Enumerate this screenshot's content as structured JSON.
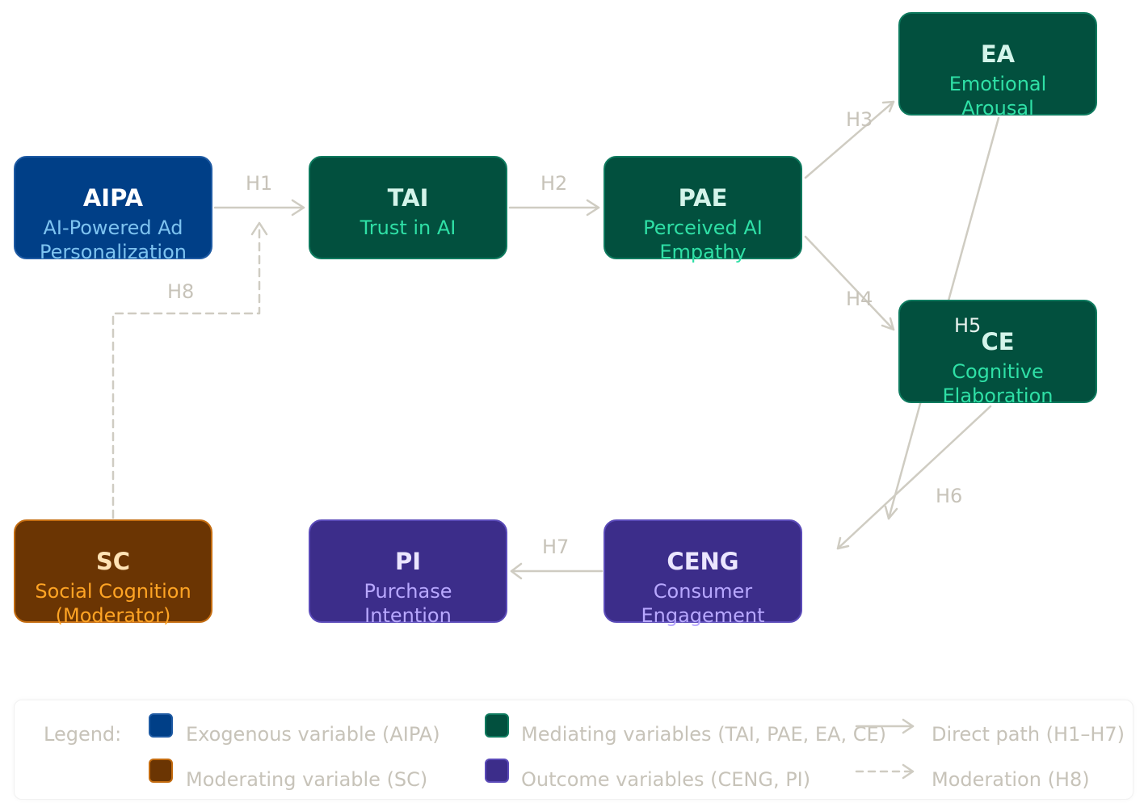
{
  "nodes": {
    "aipa": {
      "abbr": "AIPA",
      "full": "AI-Powered Ad Personalization"
    },
    "tai": {
      "abbr": "TAI",
      "full": "Trust in AI"
    },
    "pae": {
      "abbr": "PAE",
      "full": "Perceived AI Empathy"
    },
    "ea": {
      "abbr": "EA",
      "full": "Emotional Arousal"
    },
    "ce": {
      "abbr": "CE",
      "full": "Cognitive Elaboration"
    },
    "sc": {
      "abbr": "SC",
      "full": "Social Cognition (Moderator)"
    },
    "pi": {
      "abbr": "PI",
      "full": "Purchase Intention"
    },
    "ceng": {
      "abbr": "CENG",
      "full": "Consumer Engagement"
    }
  },
  "paths": {
    "h1": "H1",
    "h2": "H2",
    "h3": "H3",
    "h4": "H4",
    "h5": "H5",
    "h6": "H6",
    "h7": "H7",
    "h8": "H8"
  },
  "legend": {
    "title": "Legend:",
    "exogenous": "Exogenous variable (AIPA)",
    "mediating": "Mediating variables (TAI, PAE, EA, CE)",
    "direct": "Direct path (H1–H7)",
    "moderating": "Moderating variable (SC)",
    "outcome": "Outcome variables (CENG, PI)",
    "moderation": "Moderation (H8)"
  },
  "colors": {
    "exogenous": "#003f87",
    "mediating": "#02503e",
    "moderating": "#6b3503",
    "outcome": "#3c2d8a",
    "path": "#cfccc2"
  }
}
